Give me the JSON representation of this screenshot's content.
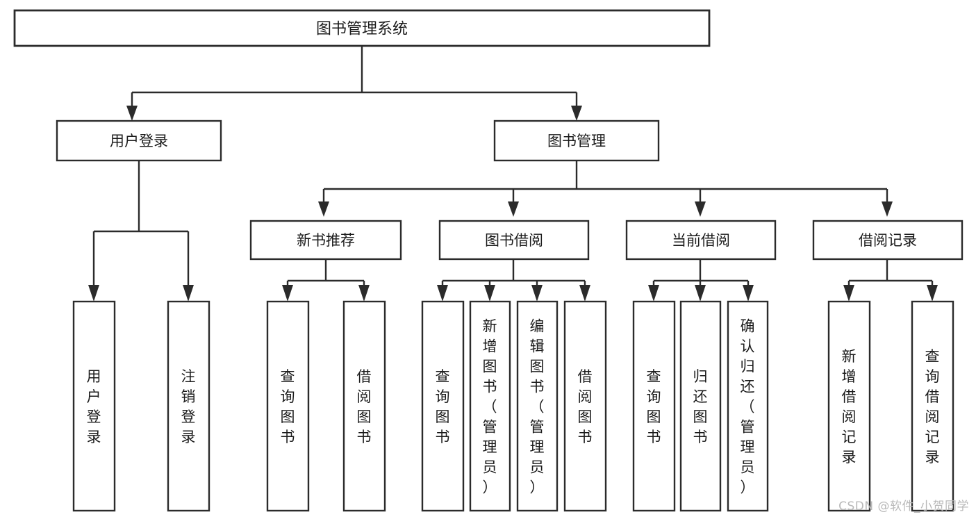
{
  "diagram": {
    "title": "图书管理系统",
    "type": "functional-structure-tree",
    "orientation": "top-down",
    "stroke_color": "#2b2b2b",
    "box_fill_color": "#ffffff",
    "text_color": "#1b1b1b",
    "background_color": "#ffffff"
  },
  "root": {
    "label": "图书管理系统"
  },
  "level2": [
    {
      "label": "用户登录"
    },
    {
      "label": "图书管理"
    }
  ],
  "level3": [
    {
      "label": "新书推荐"
    },
    {
      "label": "图书借阅"
    },
    {
      "label": "当前借阅"
    },
    {
      "label": "借阅记录"
    }
  ],
  "leaves": {
    "user_login": [
      {
        "label": "用户登录"
      },
      {
        "label": "注销登录"
      }
    ],
    "new_book_recommend": [
      {
        "label": "查询图书"
      },
      {
        "label": "借阅图书"
      }
    ],
    "book_borrow": [
      {
        "label": "查询图书"
      },
      {
        "label": "新增图书（管理员）"
      },
      {
        "label": "编辑图书（管理员）"
      },
      {
        "label": "借阅图书"
      }
    ],
    "current_borrow": [
      {
        "label": "查询图书"
      },
      {
        "label": "归还图书"
      },
      {
        "label": "确认归还（管理员）"
      }
    ],
    "borrow_record": [
      {
        "label": "新增借阅记录"
      },
      {
        "label": "查询借阅记录"
      }
    ]
  },
  "watermark": {
    "text": "CSDN @软件_小贺同学"
  }
}
